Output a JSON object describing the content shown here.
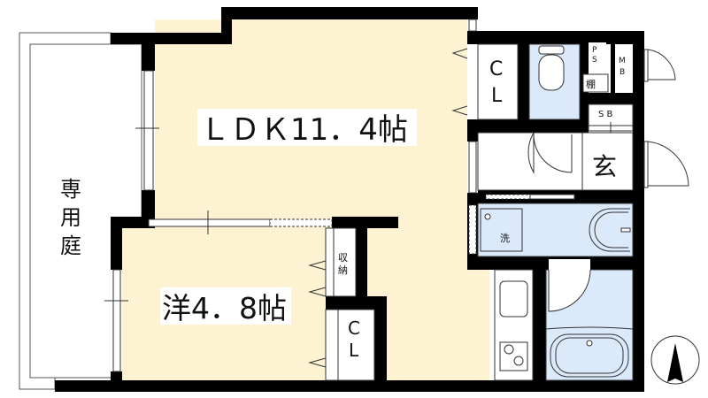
{
  "colors": {
    "wall": "#000000",
    "room_fill": "#fdf3d3",
    "wet_fill": "#dbeafb",
    "storage_fill": "#ffffff"
  },
  "rooms": {
    "ldk": "ＬＤＫ11．4帖",
    "western": "洋4．8帖",
    "garden": [
      "専",
      "用",
      "庭"
    ],
    "closet_ldk": [
      "C",
      "L"
    ],
    "closet_bed": [
      "C",
      "L"
    ],
    "storage": [
      "収",
      "納"
    ],
    "ps": [
      "P",
      "S"
    ],
    "shelf": "棚",
    "mb": [
      "M",
      "B"
    ],
    "sb": "S B",
    "entrance": "玄",
    "washer": "洗"
  },
  "icons": {
    "compass": "north-arrow-icon",
    "toilet": "toilet-icon",
    "sink": "washbasin-icon",
    "bathtub": "bathtub-icon",
    "stove": "stove-icon"
  }
}
